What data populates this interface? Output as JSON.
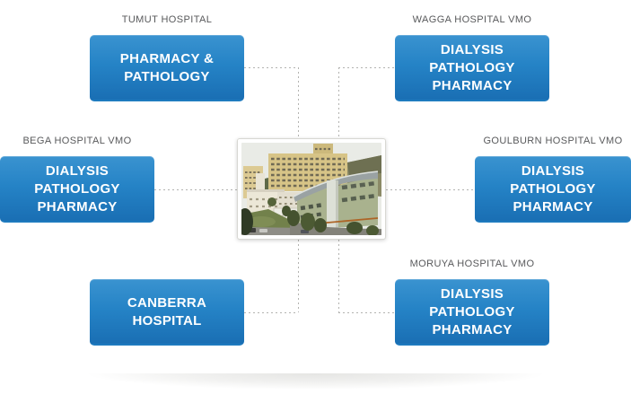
{
  "diagram": {
    "description": "Hospital outreach services network diagram",
    "center_image": {
      "alt": "Photograph of hospital campus with tall beige tower and modern green building"
    }
  },
  "colors": {
    "box_gradient_top": "#3a93d0",
    "box_gradient_bottom": "#1a6fb4",
    "label_gray": "#58595b",
    "connector_gray": "#b3b3b0",
    "background": "#ffffff"
  },
  "nodes": [
    {
      "id": "tumut",
      "title": "TUMUT HOSPITAL",
      "lines": [
        "PHARMACY &",
        "PATHOLOGY"
      ]
    },
    {
      "id": "wagga",
      "title": "WAGGA HOSPITAL VMO",
      "lines": [
        "DIALYSIS",
        "PATHOLOGY",
        "PHARMACY"
      ]
    },
    {
      "id": "bega",
      "title": "BEGA HOSPITAL VMO",
      "lines": [
        "DIALYSIS",
        "PATHOLOGY",
        "PHARMACY"
      ]
    },
    {
      "id": "goulburn",
      "title": "GOULBURN HOSPITAL VMO",
      "lines": [
        "DIALYSIS",
        "PATHOLOGY",
        "PHARMACY"
      ]
    },
    {
      "id": "canberra",
      "title": "",
      "lines": [
        "CANBERRA",
        "HOSPITAL"
      ]
    },
    {
      "id": "moruya",
      "title": "MORUYA HOSPITAL VMO",
      "lines": [
        "DIALYSIS",
        "PATHOLOGY",
        "PHARMACY"
      ]
    }
  ]
}
